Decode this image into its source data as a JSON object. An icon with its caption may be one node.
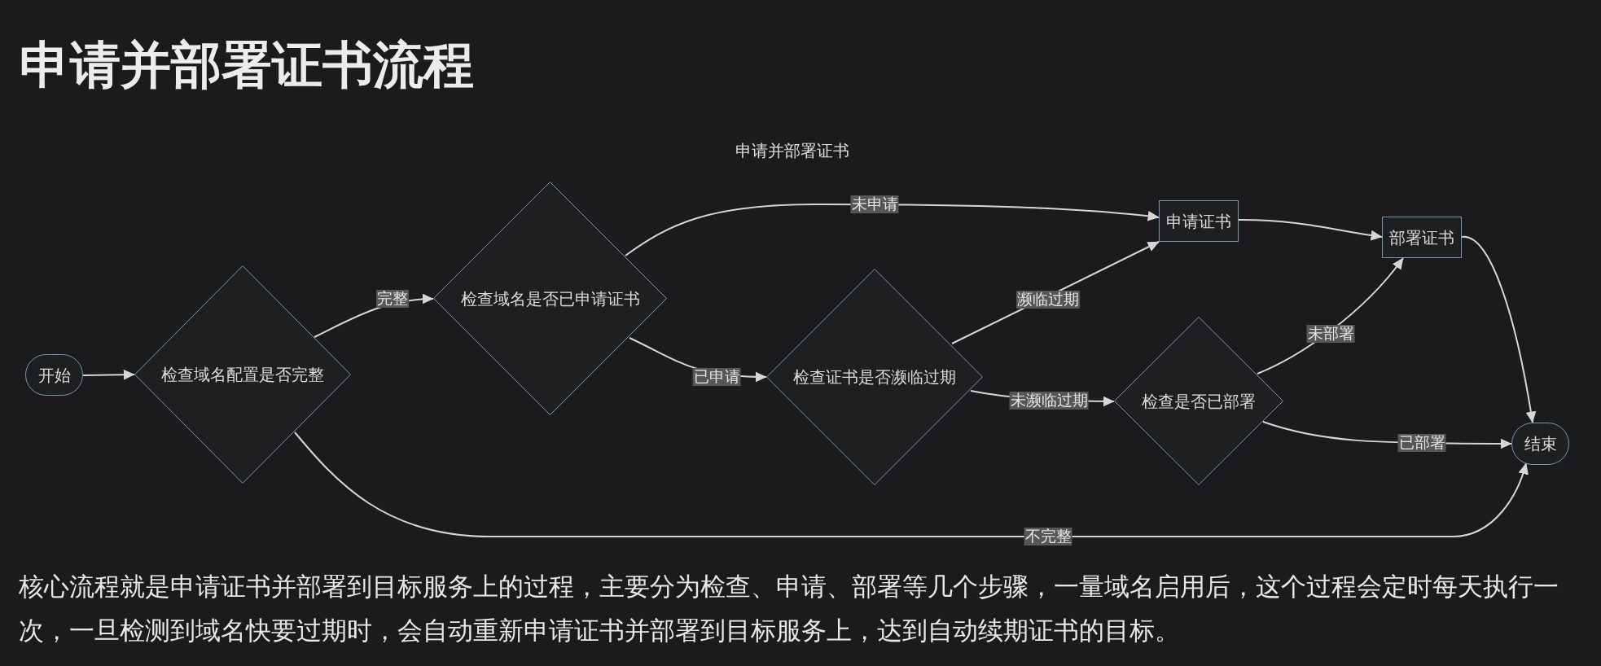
{
  "diagram": {
    "title": "申请并部署证书流程",
    "nodes": [
      {
        "text": [
          "开始"
        ]
      },
      {
        "text": [
          "检查域名配置是否完整"
        ]
      },
      {
        "text": [
          "检查域名是否已申请证书"
        ]
      },
      {
        "text": [
          "检查证书是否濒临过期"
        ]
      },
      {
        "text": [
          "申请证书"
        ]
      },
      {
        "text": [
          "检查是否已部署"
        ]
      },
      {
        "text": [
          "部署证书"
        ]
      },
      {
        "text": [
          "结束"
        ]
      }
    ],
    "edges": [
      {
        "from": 0,
        "to": 1,
        "arrow": "to"
      },
      {
        "from": 1,
        "to": 2,
        "arrow": "to",
        "label": "完整"
      },
      {
        "from": 1,
        "to": 7,
        "arrow": "to",
        "label": "不完整"
      },
      {
        "from": 2,
        "to": 4,
        "arrow": "to",
        "label": "未申请"
      },
      {
        "from": 2,
        "to": 3,
        "arrow": "to",
        "label": "已申请"
      },
      {
        "from": 3,
        "to": 4,
        "arrow": "to",
        "label": "濒临过期"
      },
      {
        "from": 3,
        "to": 5,
        "arrow": "to",
        "label": "未濒临过期"
      },
      {
        "from": 4,
        "to": 6,
        "arrow": "to"
      },
      {
        "from": 5,
        "to": 6,
        "arrow": "to",
        "label": "未部署"
      },
      {
        "from": 5,
        "to": 7,
        "arrow": "to",
        "label": "已部署"
      },
      {
        "from": 6,
        "to": 7,
        "arrow": "to"
      }
    ],
    "labels": [
      "申请并部署证书"
    ],
    "caption": "核心流程就是申请证书并部署到目标服务上的过程，主要分为检查、申请、部署等几个步骤，一量域名启用后，这个过程会定时每天执行一次，一旦检测到域名快要过期时，会自动重新申请证书并部署到目标服务上，达到自动续期证书的目标。"
  }
}
